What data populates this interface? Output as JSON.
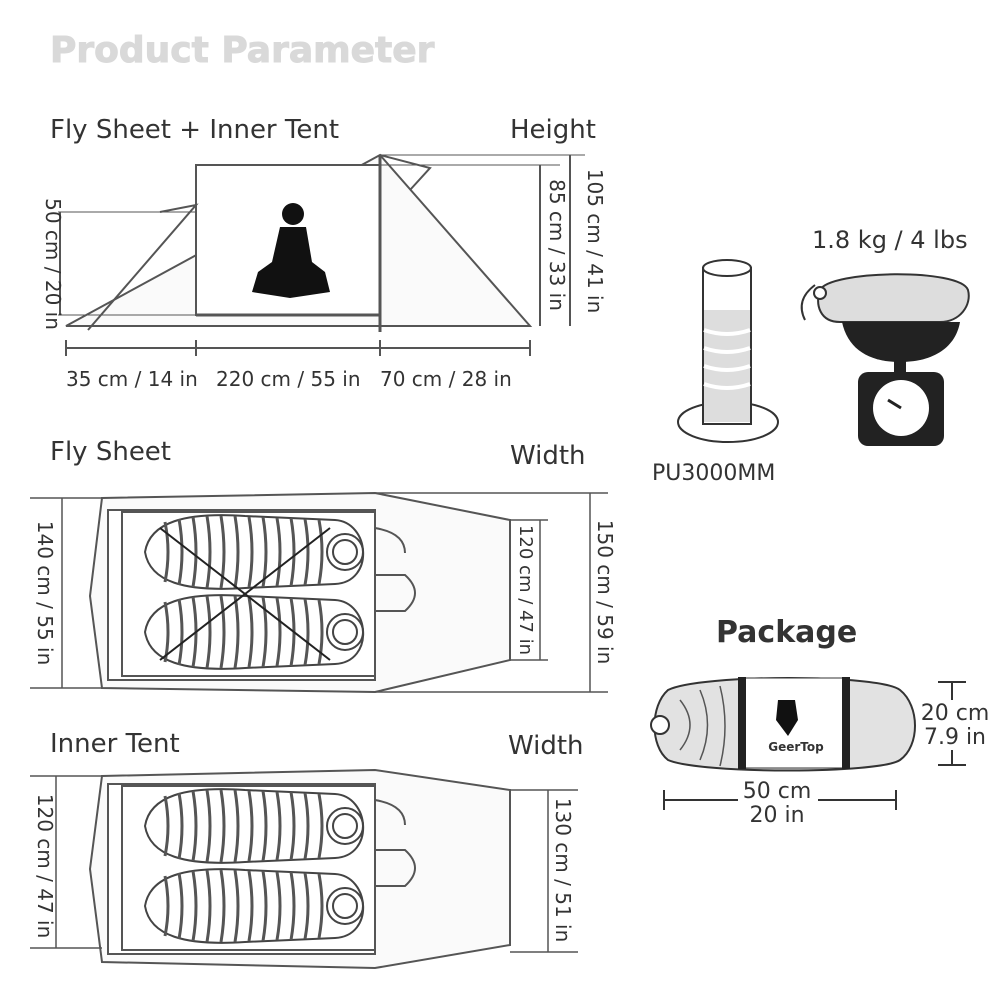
{
  "title": "Product Parameter",
  "side_view": {
    "label": "Fly Sheet + Inner Tent",
    "height_label": "Height",
    "dim_left_height": "50 cm / 20 in",
    "dim_inner_height": "85 cm / 33 in",
    "dim_total_height": "105 cm / 41 in",
    "dim_vestibule_left": "35 cm / 14 in",
    "dim_inner_length": "220 cm / 55 in",
    "dim_vestibule_right": "70 cm / 28 in"
  },
  "fly_sheet": {
    "label": "Fly Sheet",
    "width_label": "Width",
    "dim_left": "140 cm  /  55 in",
    "dim_inner_end": "120 cm / 47 in",
    "dim_right": "150 cm / 59 in"
  },
  "inner_tent": {
    "label": "Inner Tent",
    "width_label": "Width",
    "dim_left": "120 cm / 47 in",
    "dim_right": "130 cm / 51 in"
  },
  "waterproof": {
    "label": "PU3000MM"
  },
  "weight": {
    "label": "1.8 kg / 4 lbs"
  },
  "package": {
    "label": "Package",
    "brand": "GeerTop",
    "dim_height_1": "20 cm",
    "dim_height_2": "7.9 in",
    "dim_length_1": "50 cm",
    "dim_length_2": "20 in"
  }
}
